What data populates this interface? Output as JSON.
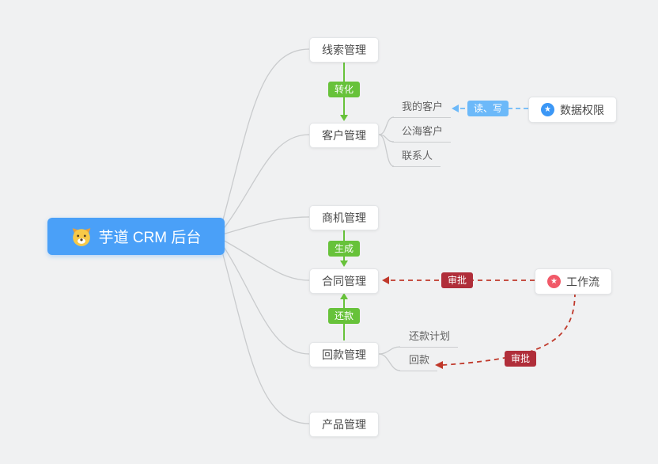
{
  "background": "#f0f1f2",
  "root": {
    "label": "芋道 CRM 后台",
    "icon": "dog-face-icon",
    "color": "#4aa0f8"
  },
  "nodes": {
    "clue": {
      "label": "线索管理"
    },
    "customer": {
      "label": "客户管理"
    },
    "opportunity": {
      "label": "商机管理"
    },
    "contract": {
      "label": "合同管理"
    },
    "receivable": {
      "label": "回款管理"
    },
    "product": {
      "label": "产品管理"
    },
    "data_permission": {
      "label": "数据权限",
      "icon": "star-icon",
      "icon_color": "#3b97f6"
    },
    "workflow": {
      "label": "工作流",
      "icon": "star-icon",
      "icon_color": "#f15968"
    }
  },
  "children": {
    "my_customer": {
      "label": "我的客户"
    },
    "public_customer": {
      "label": "公海客户"
    },
    "contact": {
      "label": "联系人"
    },
    "repayment_plan": {
      "label": "还款计划"
    },
    "repayment": {
      "label": "回款"
    }
  },
  "badges": {
    "convert": {
      "label": "转化",
      "color": "#67c23a"
    },
    "generate": {
      "label": "生成",
      "color": "#67c23a"
    },
    "repay": {
      "label": "还款",
      "color": "#67c23a"
    },
    "read_write": {
      "label": "读、写",
      "color": "#6cb9f9"
    },
    "approve_contract": {
      "label": "审批",
      "color": "#b02e3a"
    },
    "approve_repayment": {
      "label": "审批",
      "color": "#b02e3a"
    }
  },
  "icons": {
    "star": "★"
  },
  "colors": {
    "green_arrow": "#67c23a",
    "blue_dash": "#6cb9f9",
    "red_dash": "#c0392b",
    "branch_line": "#c9cbcd"
  }
}
